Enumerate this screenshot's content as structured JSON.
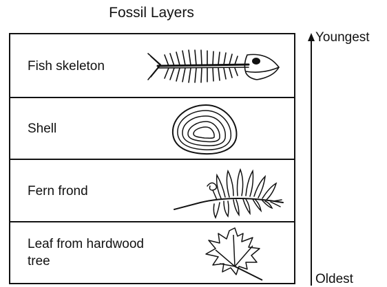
{
  "title": "Fossil Layers",
  "layers": [
    {
      "label": "Fish skeleton",
      "icon": "fish-skeleton-icon"
    },
    {
      "label": "Shell",
      "icon": "shell-icon"
    },
    {
      "label": "Fern frond",
      "icon": "fern-frond-icon"
    },
    {
      "label": "Leaf from hardwood tree",
      "icon": "leaf-icon"
    }
  ],
  "axis": {
    "top_label": "Youngest",
    "bottom_label": "Oldest"
  }
}
